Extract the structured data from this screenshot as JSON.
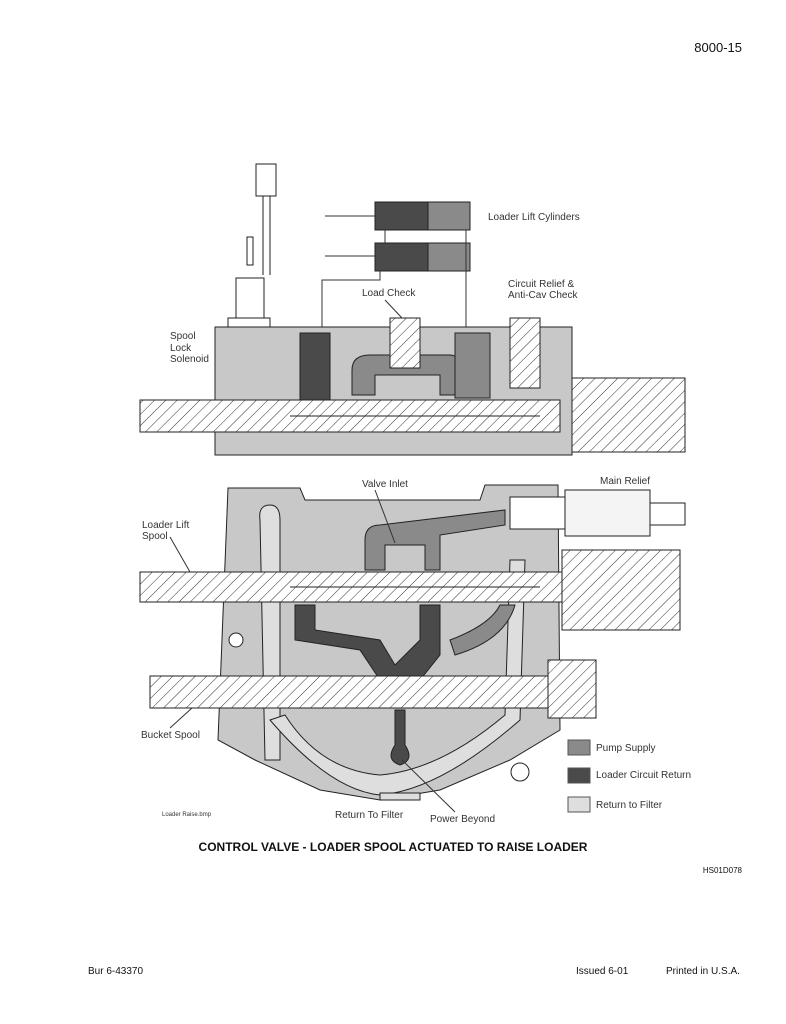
{
  "header": {
    "page_number": "8000-15"
  },
  "figure": {
    "labels": {
      "loader_lift_cylinders": "Loader Lift Cylinders",
      "load_check": "Load Check",
      "circuit_relief_1": "Circuit Relief &",
      "circuit_relief_2": "Anti-Cav Check",
      "spool_lock_1": "Spool",
      "spool_lock_2": "Lock",
      "spool_lock_3": "Solenoid",
      "valve_inlet": "Valve Inlet",
      "main_relief": "Main Relief",
      "loader_lift_spool_1": "Loader Lift",
      "loader_lift_spool_2": "Spool",
      "bucket_spool": "Bucket Spool",
      "return_to_filter": "Return To Filter",
      "power_beyond": "Power Beyond",
      "file_name": "Loader Raise.bmp"
    },
    "legend": [
      {
        "label": "Pump Supply",
        "color": "#8a8a8a"
      },
      {
        "label": "Loader Circuit Return",
        "color": "#4a4a4a"
      },
      {
        "label": "Return to Filter",
        "color": "#dedede"
      }
    ],
    "caption": "CONTROL VALVE - LOADER SPOOL ACTUATED TO RAISE LOADER",
    "figure_id": "HS01D078"
  },
  "footer": {
    "doc_number": "Bur 6-43370",
    "issued": "Issued 6-01",
    "printed": "Printed in U.S.A."
  }
}
